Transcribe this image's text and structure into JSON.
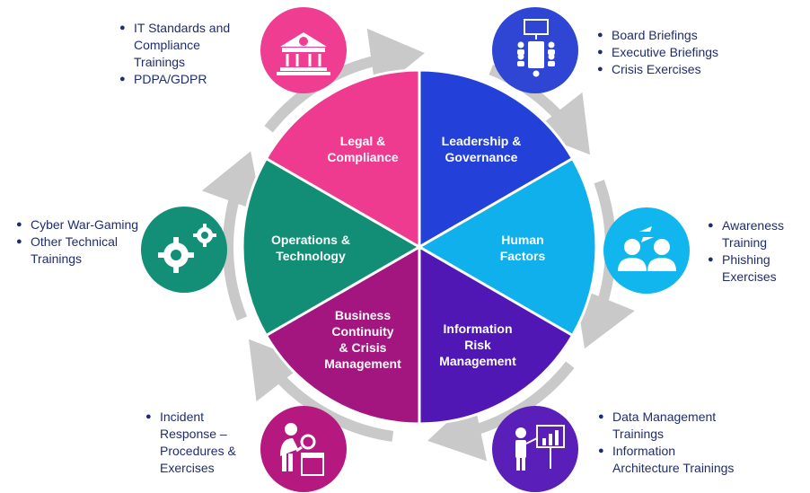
{
  "segments": [
    {
      "id": "leadership",
      "lines": [
        "Leadership &",
        "Governance"
      ],
      "color": "#2340d8"
    },
    {
      "id": "human",
      "lines": [
        "Human",
        "Factors"
      ],
      "color": "#0fb0ec"
    },
    {
      "id": "info-risk",
      "lines": [
        "Information",
        "Risk",
        "Management"
      ],
      "color": "#5117b5"
    },
    {
      "id": "business",
      "lines": [
        "Business",
        "Continuity",
        "& Crisis",
        "Management"
      ],
      "color": "#a3157f"
    },
    {
      "id": "operations",
      "lines": [
        "Operations &",
        "Technology"
      ],
      "color": "#138e76"
    },
    {
      "id": "legal",
      "lines": [
        "Legal &",
        "Compliance"
      ],
      "color": "#ee3a8f"
    }
  ],
  "bullet_lists": {
    "legal": [
      "IT Standards and Compliance Trainings",
      "PDPA/GDPR"
    ],
    "leadership": [
      "Board Briefings",
      "Executive Briefings",
      "Crisis Exercises"
    ],
    "human": [
      "Awareness Training",
      "Phishing Exercises"
    ],
    "info_risk": [
      "Data Management Trainings",
      "Information Architecture Trainings"
    ],
    "business": [
      "Incident Response – Procedures & Exercises"
    ],
    "operations": [
      "Cyber War-Gaming",
      "Other Technical Trainings"
    ]
  },
  "icons": {
    "legal": "courthouse-icon",
    "leadership": "boardroom-icon",
    "human": "people-exchange-icon",
    "info_risk": "presenter-chart-icon",
    "business": "inspector-magnifier-icon",
    "operations": "gears-icon"
  },
  "colors": {
    "ring": "#c9c9c9",
    "text": "#1f2d6e"
  }
}
